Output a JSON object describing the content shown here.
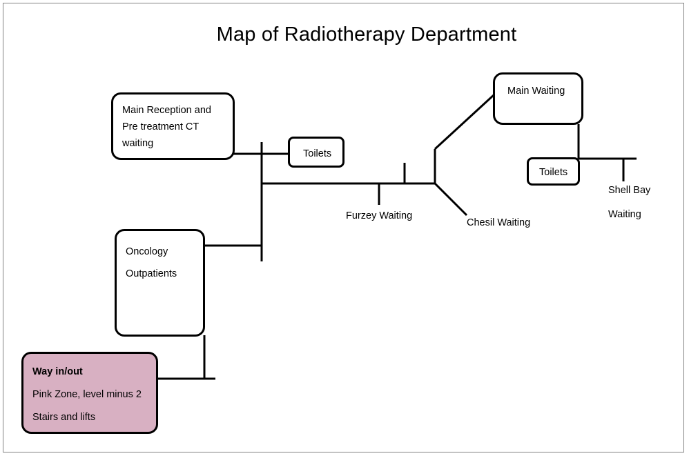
{
  "map": {
    "title": "Map of Radiotherapy Department",
    "main_reception": {
      "line1": "Main Reception and",
      "line2": "Pre treatment CT",
      "line3": "waiting"
    },
    "toilets_1": "Toilets",
    "oncology": {
      "line1": "Oncology",
      "line2": "Outpatients"
    },
    "way_in_out": {
      "heading": "Way in/out",
      "line1": "Pink Zone, level minus 2",
      "line2": "Stairs and lifts",
      "fill_color": "#d8b0c2"
    },
    "furzey_waiting": "Furzey Waiting",
    "chesil_waiting": "Chesil Waiting",
    "main_waiting": "Main Waiting",
    "toilets_2": "Toilets",
    "shell_bay": {
      "line1": "Shell Bay",
      "line2": "Waiting"
    }
  }
}
